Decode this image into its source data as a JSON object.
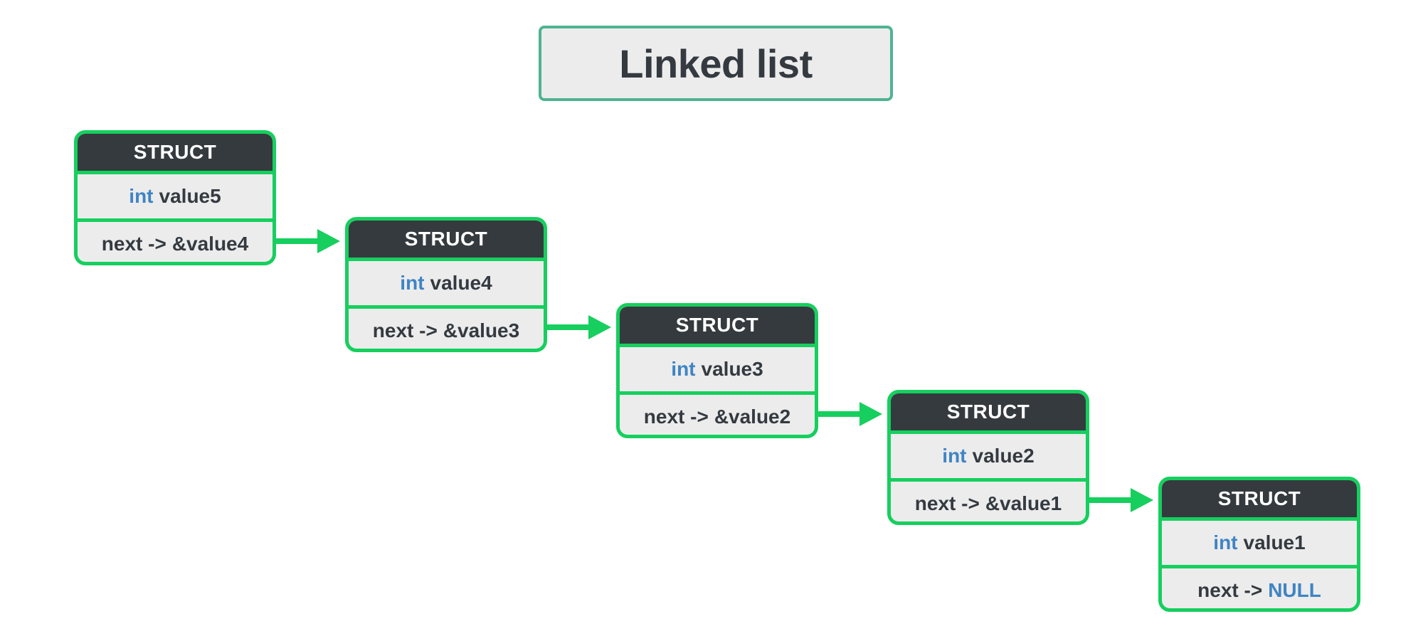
{
  "title": "Linked list",
  "colors": {
    "node_border": "#16cf5e",
    "node_header_bg": "#353a3e",
    "node_body_bg": "#ececec",
    "keyword": "#3f84c4",
    "title_border": "#4fb392",
    "arrow": "#16cf5e"
  },
  "nodes": [
    {
      "header": "STRUCT",
      "type_kw": "int",
      "var_name": "value5",
      "next_label": "next ->",
      "next_target": "&value4",
      "next_is_keyword": false
    },
    {
      "header": "STRUCT",
      "type_kw": "int",
      "var_name": "value4",
      "next_label": "next ->",
      "next_target": "&value3",
      "next_is_keyword": false
    },
    {
      "header": "STRUCT",
      "type_kw": "int",
      "var_name": "value3",
      "next_label": "next ->",
      "next_target": "&value2",
      "next_is_keyword": false
    },
    {
      "header": "STRUCT",
      "type_kw": "int",
      "var_name": "value2",
      "next_label": "next ->",
      "next_target": "&value1",
      "next_is_keyword": false
    },
    {
      "header": "STRUCT",
      "type_kw": "int",
      "var_name": "value1",
      "next_label": "next ->",
      "next_target": "NULL",
      "next_is_keyword": true
    }
  ]
}
